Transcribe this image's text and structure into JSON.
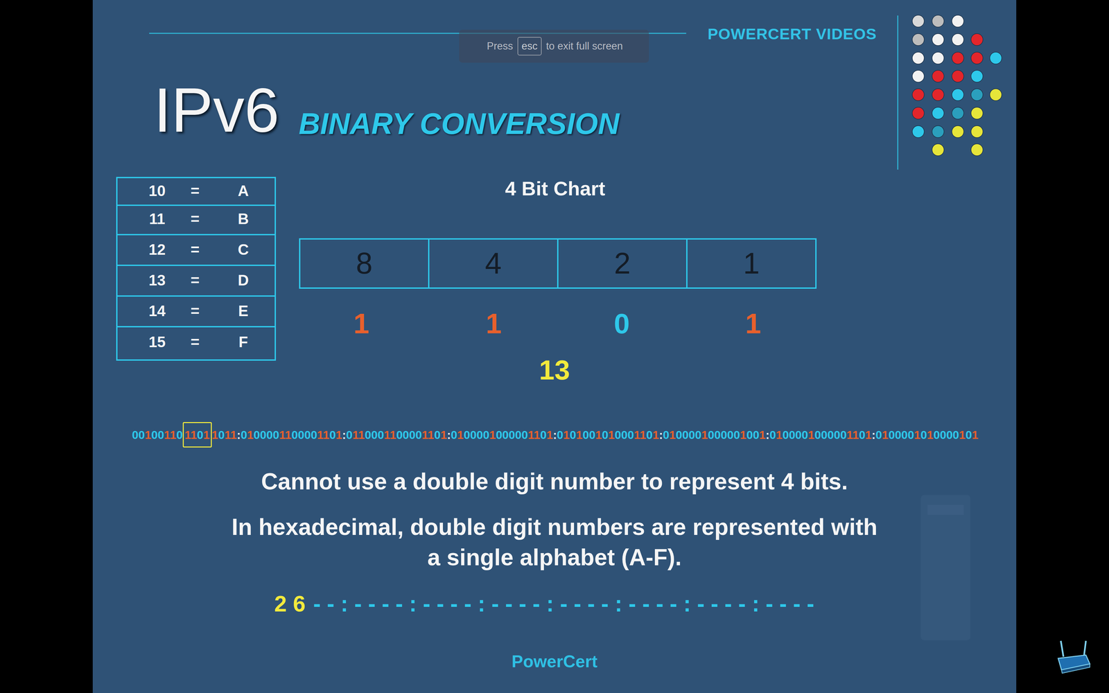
{
  "diagram": {
    "title": "IPv6",
    "nodes": [
      {
        "text": [
          "Press",
          "to exit full screen"
        ]
      },
      {
        "text": [
          "esc"
        ],
        "in": 0
      },
      {
        "text": [
          "8"
        ]
      },
      {
        "text": [
          "4"
        ]
      },
      {
        "text": [
          "2"
        ]
      },
      {
        "text": [
          "1"
        ]
      }
    ],
    "labels": [
      "POWERCERT VIDEOS",
      "BINARY CONVERSION",
      "10",
      "=",
      "A",
      "11",
      "=",
      "B",
      "12",
      "=",
      "C",
      "13",
      "=",
      "D",
      "14",
      "=",
      "E",
      "15",
      "=",
      "F",
      "4 Bit Chart",
      "1",
      "1",
      "0",
      "1",
      "13",
      "0010011011011011:0100001100001101:0110001100001101:0100001000001101:0101001010001101:0100001000001001:0100001000001101:0100001010000101",
      "Cannot use a double digit number to represent 4 bits.",
      "In hexadecimal, double digit numbers are represented with a single alphabet (A-F).",
      "2 6",
      "- - : - - - - : - - - - : - - - - : - - - - : - - - - : - - - - : - - - -",
      "PowerCert"
    ]
  }
}
